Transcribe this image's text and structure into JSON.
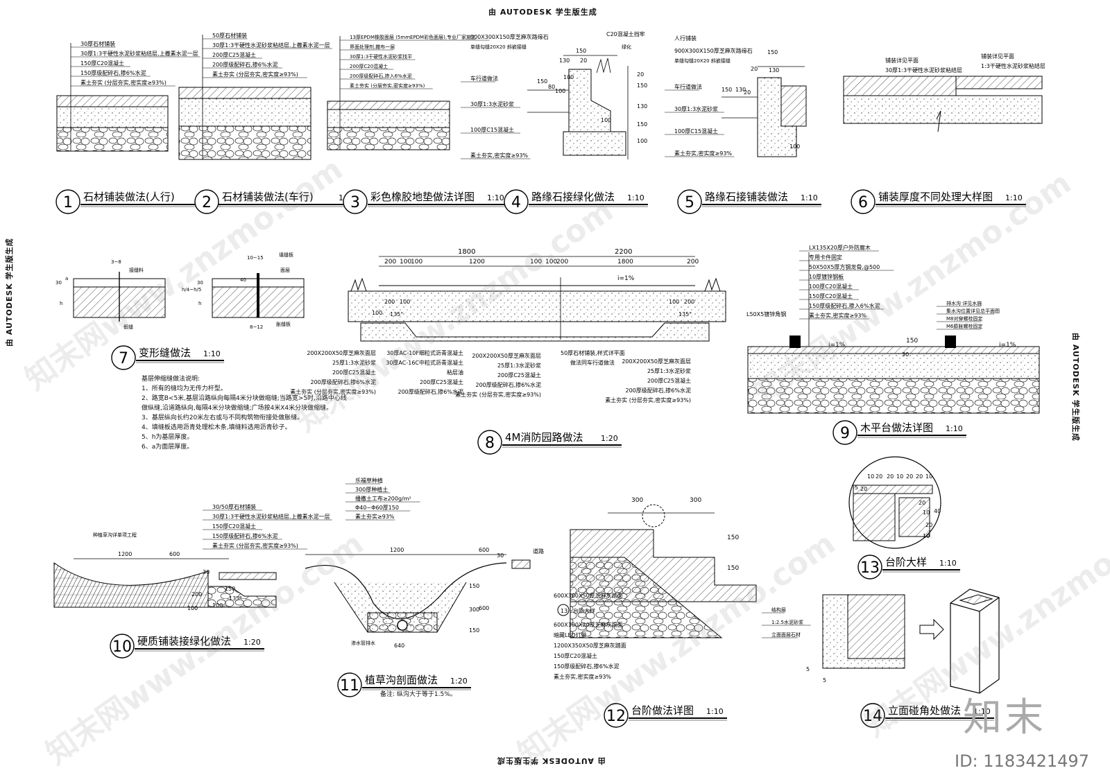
{
  "header": {
    "top": "由 AUTODESK 学生版生成",
    "bottom": "由 AUTODESK 学生版生成",
    "left": "由 AUTODESK 学生版生成",
    "right": "由 AUTODESK 学生版生成"
  },
  "details": [
    {
      "num": "1",
      "title": "石材铺装做法(人行)",
      "scale": "1:10",
      "layers": [
        "30厚石材铺装",
        "30厚1:3干硬性水泥砂浆粘结层,上撒素水泥一层",
        "150厚C20混凝土",
        "150厚级配碎石,掺6%水泥",
        "素土夯实 (分层夯实,密实度≥93%)"
      ]
    },
    {
      "num": "2",
      "title": "石材铺装做法(车行)",
      "scale": "1:10",
      "layers": [
        "50厚石材铺装",
        "30厚1:3干硬性水泥砂浆粘结层,上撒素水泥一层",
        "200厚C25混凝土",
        "200厚级配碎石,掺6%水泥",
        "素土夯实 (分层夯实,密实度≥93%)"
      ]
    },
    {
      "num": "3",
      "title": "彩色橡胶地垫做法详图",
      "scale": "1:10",
      "layers": [
        "13厚EPDM橡胶面层 (5mmEPDM彩色面层),专业厂家施工",
        "界面处理剂,撒布一层",
        "30厚1:3干硬性水泥砂浆找平",
        "200厚C20混凝土",
        "200厚级配碎石,掺入6%水泥",
        "素土夯实 (分层夯实,密实度≥93%)"
      ]
    },
    {
      "num": "4",
      "title": "路缘石接绿化做法",
      "scale": "1:10",
      "top_label": "900X300X150厚芝麻灰路缘石",
      "joint": "单缝勾缝20X20 斜嵌接缝",
      "c20": "C20混凝土挡牢",
      "green": "绿化",
      "dims": [
        "150",
        "20",
        "130",
        "150",
        "80",
        "100",
        "150",
        "130",
        "20",
        "150",
        "100",
        "100",
        "100"
      ],
      "labels": [
        "车行道做法",
        "30厚1:3水泥砂浆",
        "100厚C15混凝土",
        "素土夯实,密实度≥93%"
      ]
    },
    {
      "num": "5",
      "title": "路缘石接铺装做法",
      "scale": "1:10",
      "top_label": "人行铺装",
      "top_label2": "900X300X150厚芝麻灰路缘石",
      "joint": "单缝勾缝20X20 斜嵌接缝",
      "dims": [
        "150",
        "20",
        "130",
        "150",
        "130",
        "20",
        "100"
      ],
      "labels": [
        "车行道做法",
        "30厚1:3水泥砂浆",
        "100厚C15混凝土",
        "素土夯实,密实度≥93%"
      ]
    },
    {
      "num": "6",
      "title": "铺装厚度不同处理大样图",
      "scale": "1:10",
      "labels": [
        "铺装详见平面",
        "30厚1:3干硬性水泥砂浆粘结层",
        "铺装详见平面",
        "1:3干硬性水泥砂浆粘结层"
      ]
    },
    {
      "num": "7",
      "title": "变形缝做法",
      "scale": "1:10",
      "labels": [
        "3~8",
        "接缝料",
        "30",
        "a",
        "h",
        "假缝",
        "10~15",
        "填缝板",
        "面层",
        "40",
        "30",
        "h/4~h/5",
        "h",
        "8~12",
        "胀缝板"
      ],
      "notes_title": "基层伸缩缝做法说明:",
      "notes": [
        "1、所有的缝均为无传力杆型。",
        "2、路宽B<5米,基层沿路纵向每隔4米分块做缩缝;当路宽>5时,沿路中心线",
        "做纵缝,沿道路纵向,每隔4米分块做缩缝;广场按4米X4米分块做缩缝。",
        "3、基层纵向长约20米左右或与不同构筑物衔接处做胀缝。",
        "4、填缝板选用沥青处理松木条,填缝料选用沥青砂子。",
        "5、h为基层厚度。",
        "6、a为面层厚度。"
      ]
    },
    {
      "num": "8",
      "title": "4M消防园路做法",
      "scale": "1:20",
      "dims_top": [
        "1800",
        "2200"
      ],
      "dims": [
        "200",
        "100",
        "100",
        "1200",
        "100",
        "100",
        "200",
        "1800",
        "200"
      ],
      "slope": "i=1%",
      "inner_dims": [
        "200",
        "100",
        "100",
        "135°",
        "100",
        "200",
        "135°"
      ],
      "group1": [
        "200X200X50厚芝麻灰面层",
        "25厚1:3水泥砂浆",
        "200厚C25混凝土",
        "200厚级配碎石,掺6%水泥",
        "素土夯实 (分层夯实,密实度≥93%)"
      ],
      "group2": [
        "30厚AC-10F细粒式沥青混凝土",
        "30厚AC-16C中粒式沥青混凝土",
        "粘层油",
        "200厚C25混凝土",
        "200厚级配碎石,掺6%水泥"
      ],
      "group3": [
        "200X200X50厚芝麻灰面层",
        "25厚1:3水泥砂浆",
        "200厚C25混凝土",
        "200厚级配碎石,掺6%水泥",
        "素土夯实 (分层夯实,密实度≥93%)"
      ],
      "group4": [
        "50厚石材铺装,样式详平面",
        "做法同车行道做法"
      ],
      "group5": [
        "200X200X50厚芝麻灰面层",
        "25厚1:3水泥砂浆",
        "200厚C25混凝土",
        "200厚级配碎石,掺6%水泥",
        "素土夯实 (分层夯实,密实度≥93%)"
      ]
    },
    {
      "num": "9",
      "title": "木平台做法详图",
      "scale": "1:10",
      "layers": [
        "LX135X20厚户外防腐木",
        "专用卡件固定",
        "50X50X5厚方钢龙骨,@500",
        "10厚镀锌钢板",
        "100厚C20混凝土",
        "150厚C20混凝土",
        "150厚级配碎石,掺入6%水泥",
        "素土夯实,密实度≥93%"
      ],
      "right_labels": [
        "排水沟 详见水施",
        "集水沟位置详见总平面图",
        "M8对穿螺栓固定",
        "M6膨胀螺栓固定"
      ],
      "left_label": "L50X5镀锌角钢",
      "slope": "i=1%",
      "dim": "150",
      "dim2": "30"
    },
    {
      "num": "10",
      "title": "硬质铺装接绿化做法",
      "scale": "1:20",
      "layers": [
        "30/50厚石材铺装",
        "30厚1:3干硬性水泥砂浆粘结层,上撒素水泥一层",
        "150厚C20混凝土",
        "150厚级配碎石,掺6%水泥",
        "素土夯实 (分层夯实,密实度≥93%)"
      ],
      "left_label": "种植草沟详单项工程",
      "dims": [
        "1200",
        "600",
        "30",
        "200",
        "100",
        "100",
        "150",
        "135°"
      ]
    },
    {
      "num": "11",
      "title": "植草沟剖面做法",
      "scale": "1:20",
      "layers": [
        "乐福草种植",
        "300厚种植土",
        "播撒土工布≥200g/m²",
        "Φ40~Φ60厚150",
        "素土夯实≥93%"
      ],
      "note": "备注: 纵沟大于等于1.5%。",
      "road": "道路",
      "pipe": "渗水管排水",
      "dims": [
        "1200",
        "600",
        "30",
        "150",
        "300",
        "600",
        "150",
        "640"
      ]
    },
    {
      "num": "12",
      "title": "台阶做法详图",
      "scale": "1:10",
      "dims": [
        "300",
        "300",
        "150",
        "150"
      ],
      "labels": [
        "600X300X50厚芝麻灰踏面",
        "13",
        "台阶大样",
        "600X100X20厚芝麻灰踢面",
        "暗藏LED灯带",
        "1200X350X50厚芝麻灰踏面",
        "150厚C20混凝土",
        "150厚级配碎石,掺6%水泥",
        "素土夯实,密实度≥93%"
      ]
    },
    {
      "num": "13",
      "title": "台阶大样",
      "scale": "1:10",
      "dims": [
        "10",
        "20",
        "20",
        "10",
        "20",
        "20",
        "10",
        "20",
        "20",
        "10",
        "5",
        "40",
        "20",
        "10"
      ]
    },
    {
      "num": "14",
      "title": "立面碰角处做法",
      "scale": "1:10",
      "labels": [
        "结构层",
        "1:2.5水泥砂浆",
        "立面面层石材"
      ],
      "dims": [
        "5",
        "5"
      ]
    }
  ],
  "watermarks": [
    "知末网www.znzmo.com",
    "知末网www.znzmo.com",
    "知末网www.znzmo.com",
    "知末网www.znzmo.com",
    "知末网www.znzmo.com",
    "知末网www.znzmo.com"
  ],
  "logo": "知末",
  "id_text": "ID: 1183421497"
}
